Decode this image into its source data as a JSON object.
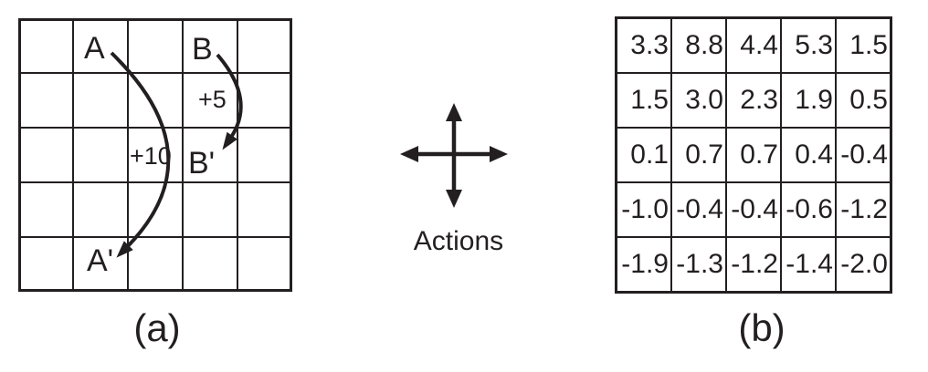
{
  "panel_a": {
    "caption": "(a)",
    "labels": {
      "a": "A",
      "b": "B",
      "a_prime": "A'",
      "b_prime": "B'",
      "reward_a": "+10",
      "reward_b": "+5"
    }
  },
  "actions": {
    "label": "Actions"
  },
  "panel_b": {
    "caption": "(b)",
    "values": [
      [
        "3.3",
        "8.8",
        "4.4",
        "5.3",
        "1.5"
      ],
      [
        "1.5",
        "3.0",
        "2.3",
        "1.9",
        "0.5"
      ],
      [
        "0.1",
        "0.7",
        "0.7",
        "0.4",
        "-0.4"
      ],
      [
        "-1.0",
        "-0.4",
        "-0.4",
        "-0.6",
        "-1.2"
      ],
      [
        "-1.9",
        "-1.3",
        "-1.2",
        "-1.4",
        "-2.0"
      ]
    ]
  },
  "colors": {
    "ink": "#231f20",
    "background": "#ffffff"
  }
}
